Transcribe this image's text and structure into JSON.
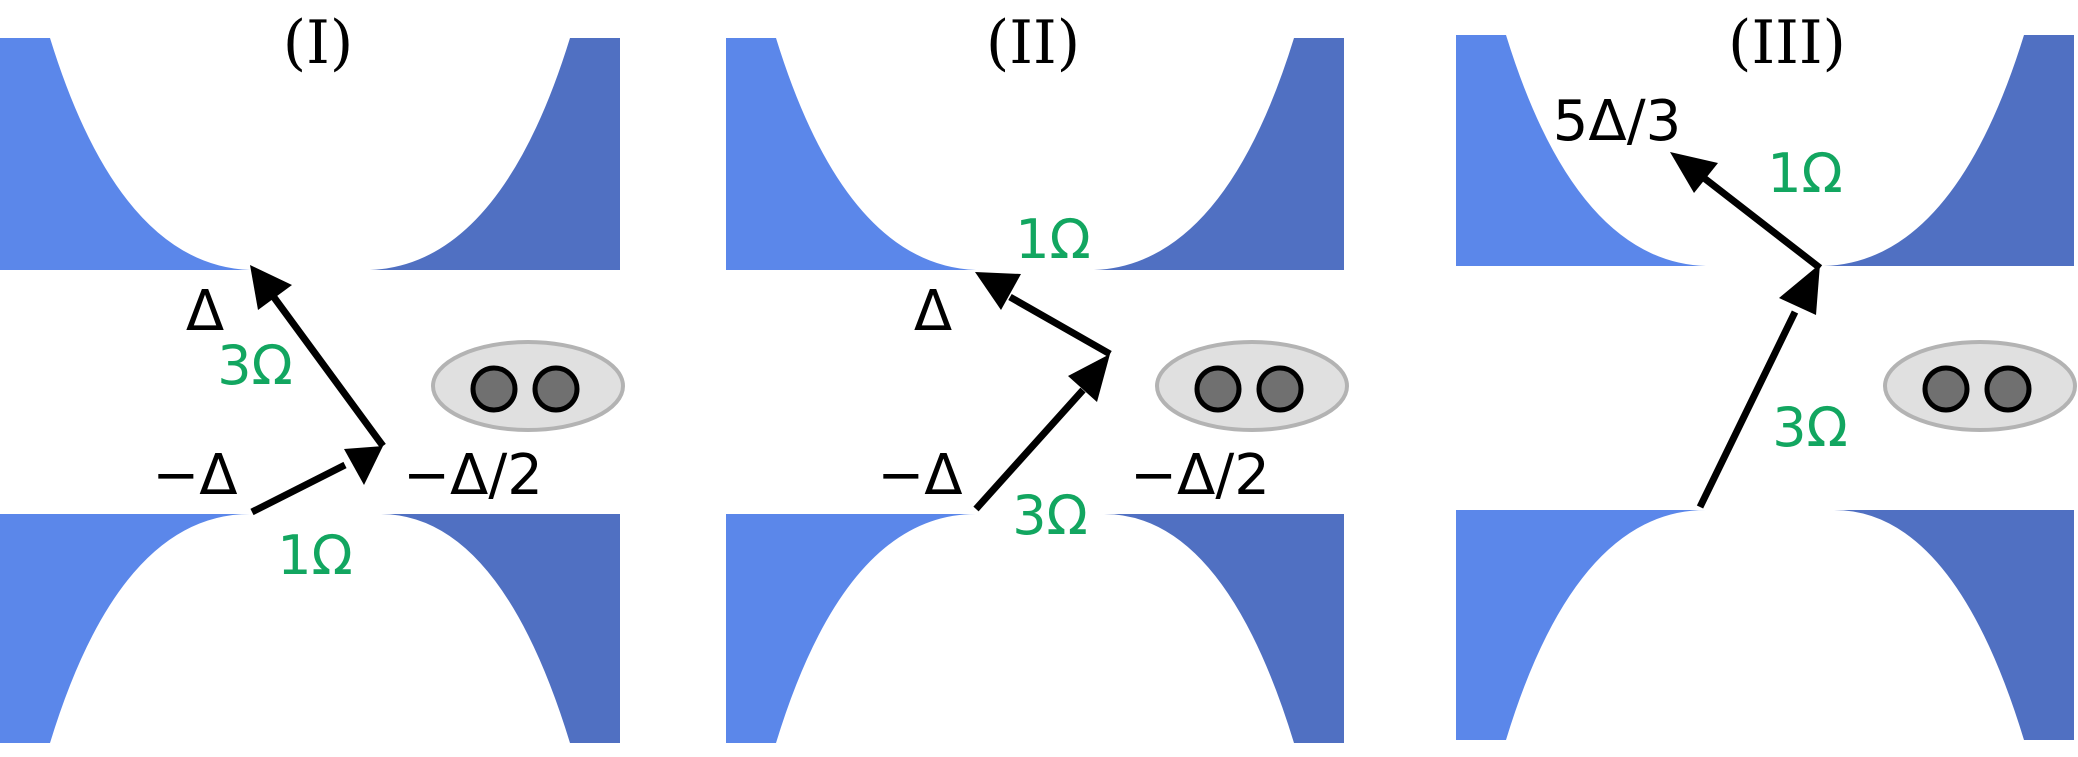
{
  "colors": {
    "band_left": "#5b87ea",
    "band_right": "#5070c2",
    "arrow": "#000000",
    "label": "#000000",
    "omega_label": "#12a660",
    "pair_fill": "#e0e0e0",
    "pair_stroke": "#b3b3b3",
    "particle": "#707070"
  },
  "icons": {
    "pair": "cooper-pair-icon"
  },
  "panels": [
    {
      "title": "(I)",
      "labels": {
        "top_gap": "Δ",
        "bottom_gap": "−Δ",
        "intermediate": "−Δ/2",
        "first_step": "1Ω",
        "second_step": "3Ω"
      }
    },
    {
      "title": "(II)",
      "labels": {
        "top_gap": "Δ",
        "bottom_gap": "−Δ",
        "intermediate": "−Δ/2",
        "first_step": "3Ω",
        "second_step": "1Ω"
      }
    },
    {
      "title": "(III)",
      "labels": {
        "final": "5Δ/3",
        "first_step": "3Ω",
        "second_step": "1Ω"
      }
    }
  ]
}
